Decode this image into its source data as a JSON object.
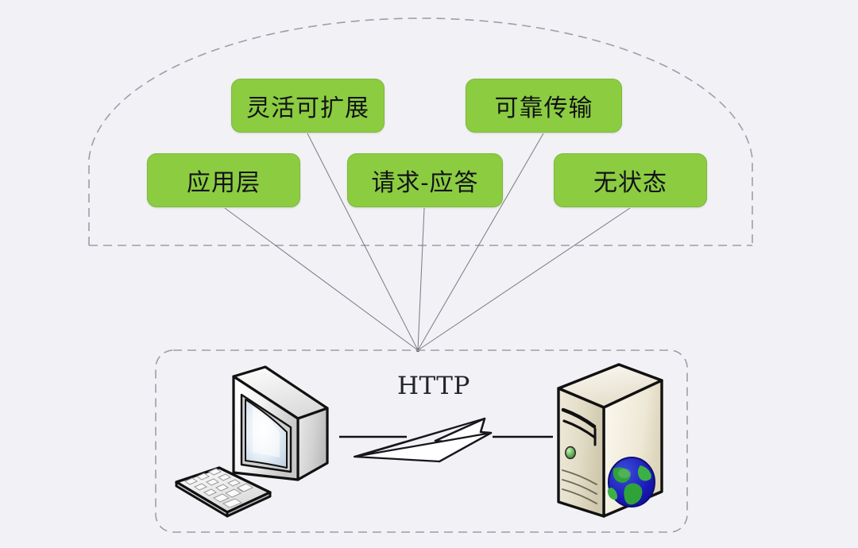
{
  "diagram": {
    "title_text": "HTTP",
    "background_color": "#f2f1f5",
    "accent_color": "#8ccc41",
    "outline_color": "#9a9aa6",
    "feature_group": {
      "shape": "dashed-dome",
      "items": [
        {
          "id": "flexible",
          "label": "灵活可扩展"
        },
        {
          "id": "reliable",
          "label": "可靠传输"
        },
        {
          "id": "applayer",
          "label": "应用层"
        },
        {
          "id": "reqresp",
          "label": "请求-应答"
        },
        {
          "id": "stateless",
          "label": "无状态"
        }
      ]
    },
    "network_group": {
      "shape": "dashed-rounded-rect",
      "protocol_label": "HTTP",
      "nodes": [
        {
          "id": "client",
          "icon": "desktop-computer-icon"
        },
        {
          "id": "keyboard",
          "icon": "keyboard-icon"
        },
        {
          "id": "server",
          "icon": "server-tower-icon"
        },
        {
          "id": "globe",
          "icon": "globe-icon"
        }
      ],
      "link_icon": "lightning-bolt-icon"
    }
  }
}
